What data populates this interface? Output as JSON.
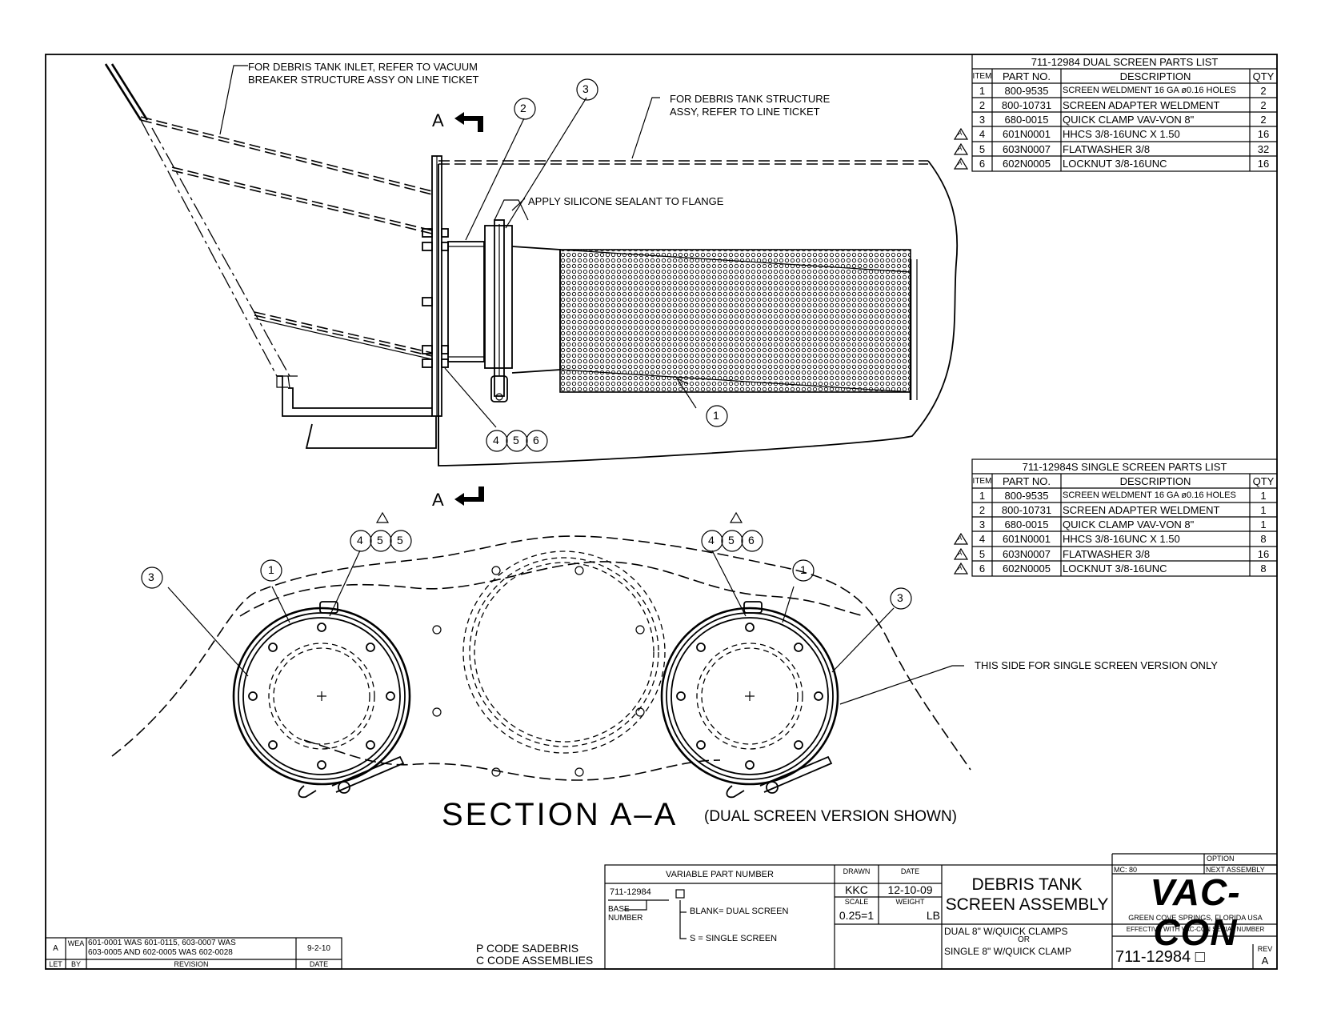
{
  "notes": {
    "inlet_line1": "FOR DEBRIS TANK INLET, REFER TO VACUUM",
    "inlet_line2": "BREAKER STRUCTURE ASSY ON LINE TICKET",
    "structure_line1": "FOR DEBRIS TANK STRUCTURE",
    "structure_line2": "ASSY, REFER TO LINE TICKET",
    "sealant": "APPLY SILICONE SEALANT TO FLANGE",
    "single_side": "THIS SIDE FOR SINGLE SCREEN VERSION ONLY",
    "section_marker": "A",
    "section_title": "SECTION A–A",
    "section_subtitle": "(DUAL SCREEN VERSION SHOWN)",
    "pcode1": "P CODE SADEBRIS",
    "pcode2": "C CODE ASSEMBLIES"
  },
  "balloons": {
    "one": "1",
    "two": "2",
    "three": "3",
    "four": "4",
    "five": "5",
    "six": "6"
  },
  "dual_parts": {
    "title": "711-12984 DUAL SCREEN PARTS LIST",
    "headers": [
      "ITEM",
      "PART NO.",
      "DESCRIPTION",
      "QTY"
    ],
    "rows": [
      {
        "item": "1",
        "part": "800-9535",
        "desc": "SCREEN WELDMENT 16 GA ø0.16 HOLES",
        "qty": "2",
        "rev": ""
      },
      {
        "item": "2",
        "part": "800-10731",
        "desc": "SCREEN ADAPTER WELDMENT",
        "qty": "2",
        "rev": ""
      },
      {
        "item": "3",
        "part": "680-0015",
        "desc": "QUICK CLAMP VAV-VON 8\"",
        "qty": "2",
        "rev": ""
      },
      {
        "item": "4",
        "part": "601N0001",
        "desc": "HHCS 3/8-16UNC X 1.50",
        "qty": "16",
        "rev": "A"
      },
      {
        "item": "5",
        "part": "603N0007",
        "desc": "FLATWASHER 3/8",
        "qty": "32",
        "rev": "A"
      },
      {
        "item": "6",
        "part": "602N0005",
        "desc": "LOCKNUT 3/8-16UNC",
        "qty": "16",
        "rev": "A"
      }
    ]
  },
  "single_parts": {
    "title": "711-12984S SINGLE SCREEN PARTS LIST",
    "headers": [
      "ITEM",
      "PART NO.",
      "DESCRIPTION",
      "QTY"
    ],
    "rows": [
      {
        "item": "1",
        "part": "800-9535",
        "desc": "SCREEN WELDMENT 16 GA ø0.16 HOLES",
        "qty": "1",
        "rev": ""
      },
      {
        "item": "2",
        "part": "800-10731",
        "desc": "SCREEN ADAPTER WELDMENT",
        "qty": "1",
        "rev": ""
      },
      {
        "item": "3",
        "part": "680-0015",
        "desc": "QUICK CLAMP VAV-VON 8\"",
        "qty": "1",
        "rev": ""
      },
      {
        "item": "4",
        "part": "601N0001",
        "desc": "HHCS 3/8-16UNC X 1.50",
        "qty": "8",
        "rev": "A"
      },
      {
        "item": "5",
        "part": "603N0007",
        "desc": "FLATWASHER 3/8",
        "qty": "16",
        "rev": "A"
      },
      {
        "item": "6",
        "part": "602N0005",
        "desc": "LOCKNUT 3/8-16UNC",
        "qty": "8",
        "rev": "A"
      }
    ]
  },
  "revision": {
    "let": "A",
    "by": "WEA",
    "text1": "601-0001 WAS 601-0115, 603-0007 WAS",
    "text2": "603-0005 AND 602-0005 WAS 602-0028",
    "date": "9-2-10",
    "h_let": "LET",
    "h_by": "BY",
    "h_rev": "REVISION",
    "h_date": "DATE"
  },
  "title_block": {
    "vpn_title": "VARIABLE PART NUMBER",
    "vpn_base": "711-12984",
    "vpn_base_label1": "BASE",
    "vpn_base_label2": "NUMBER",
    "vpn_blank": "BLANK= DUAL SCREEN",
    "vpn_s": "S = SINGLE SCREEN",
    "drawn_label": "DRAWN",
    "drawn": "KKC",
    "date_label": "DATE",
    "date": "12-10-09",
    "scale_label": "SCALE",
    "scale": "0.25=1",
    "weight_label": "WEIGHT",
    "weight_unit": "LB",
    "title1": "DEBRIS TANK",
    "title2": "SCREEN ASSEMBLY",
    "desc1": "DUAL 8\" W/QUICK CLAMPS",
    "desc_or": "OR",
    "desc2": "SINGLE 8\" W/QUICK CLAMP",
    "mc": "MC: 80",
    "option": "OPTION",
    "next_assembly": "NEXT ASSEMBLY",
    "logo": "VAC-CON",
    "location": "GREEN COVE SPRINGS, FLORIDA USA",
    "effective": "EFFECTIVE WITH VAC-CON SERIAL NUMBER",
    "drawing_no": "711-12984 □",
    "rev_label": "REV",
    "rev": "A"
  }
}
